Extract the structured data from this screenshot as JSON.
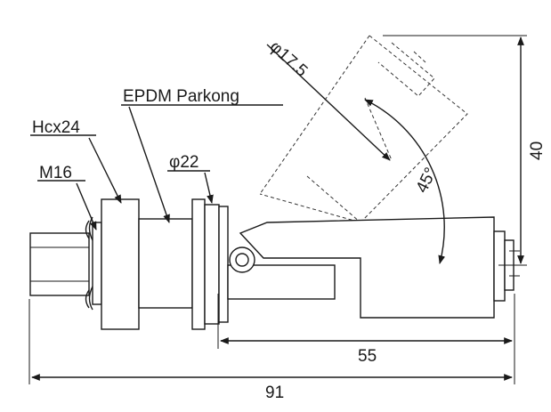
{
  "labels": {
    "gasket": "EPDM Parkong",
    "hex": "Hcx24",
    "thread": "M16",
    "flange_dia": "φ22",
    "float_dia": "φ17.5",
    "angle": "45°",
    "height": "40",
    "float_length": "55",
    "total_length": "91"
  }
}
